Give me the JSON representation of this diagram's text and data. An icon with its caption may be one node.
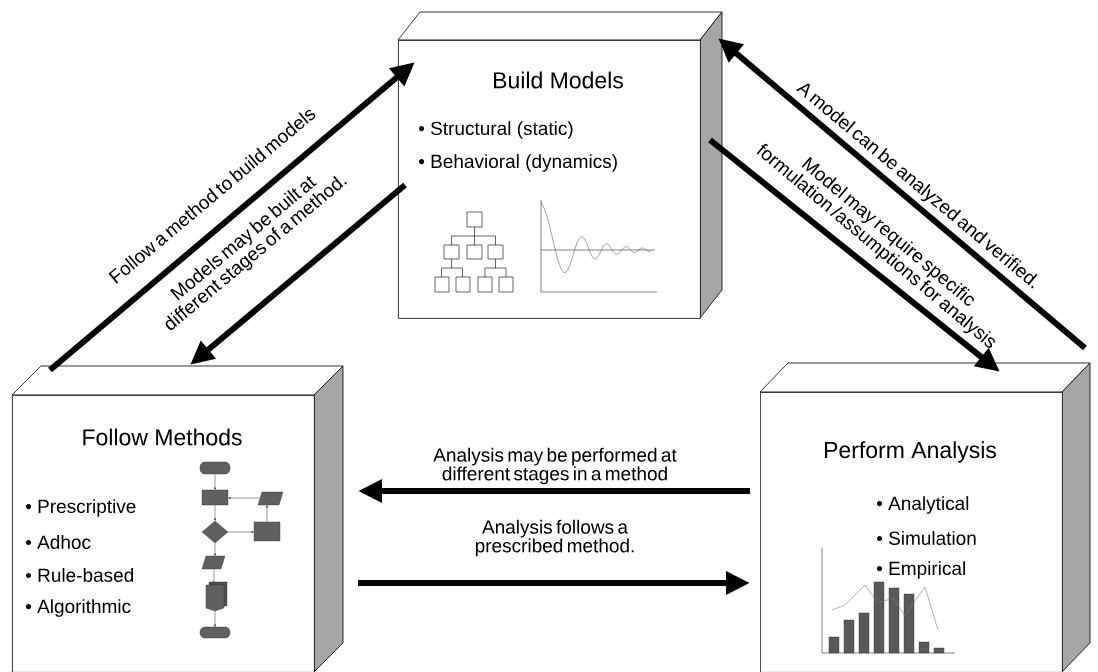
{
  "diagram": {
    "nodes": [
      {
        "text": [
          "Build Models",
          "• Structural (static)",
          "• Behavioral (dynamics)"
        ]
      },
      {
        "text": [
          "Follow Methods",
          "• Prescriptive",
          "• Adhoc",
          "• Rule-based",
          "• Algorithmic"
        ]
      },
      {
        "text": [
          "Perform Analysis",
          "• Analytical",
          "• Simulation",
          "• Empirical"
        ]
      }
    ],
    "edges": [
      {
        "from": 1,
        "to": 0,
        "arrow": "to",
        "label": "Follow a method to build models"
      },
      {
        "from": 0,
        "to": 1,
        "arrow": "to",
        "label": "Models may be built at different stages of a method."
      },
      {
        "from": 2,
        "to": 0,
        "arrow": "to",
        "label": "A model can be analyzed and verified."
      },
      {
        "from": 0,
        "to": 2,
        "arrow": "to",
        "label": "Model may require specific formulation /assumptions for analysis"
      },
      {
        "from": 2,
        "to": 1,
        "arrow": "to",
        "label": "Analysis may be performed at different stages in a method"
      },
      {
        "from": 1,
        "to": 2,
        "arrow": "to",
        "label": "Analysis follows a prescribed method."
      }
    ]
  }
}
